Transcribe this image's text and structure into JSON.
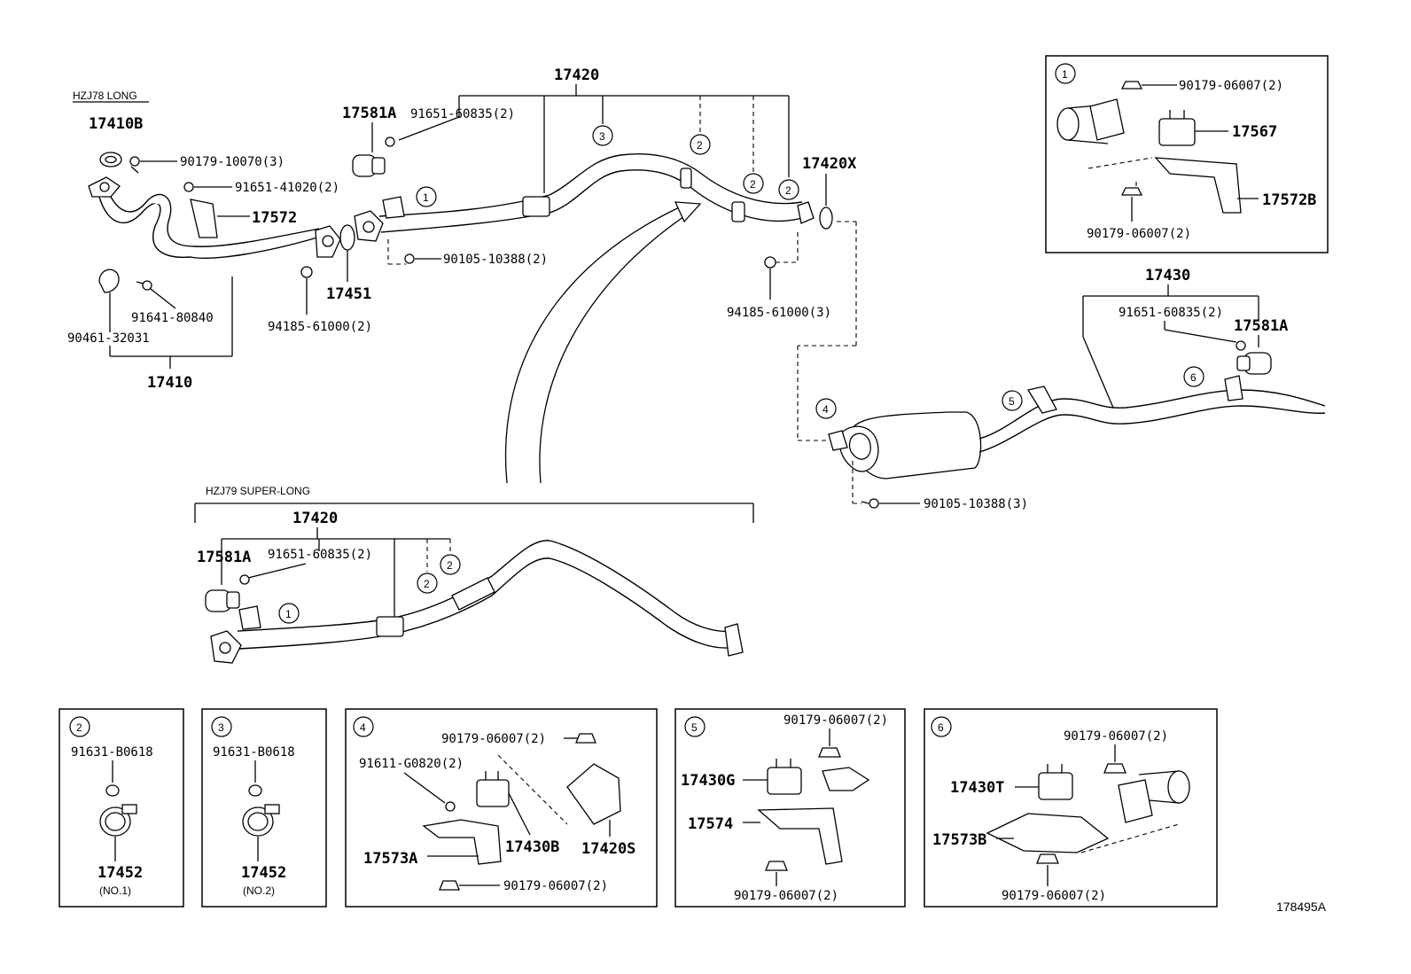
{
  "variants": {
    "long": "HZJ78 LONG",
    "superlong": "HZJ79 SUPER-LONG"
  },
  "callouts": [
    "1",
    "2",
    "3",
    "4",
    "5",
    "6"
  ],
  "labels": {
    "p17410B": "17410B",
    "p90179_10070": "90179-10070(3)",
    "p91651_41020": "91651-41020(2)",
    "p17572": "17572",
    "p91641_80840": "91641-80840",
    "p90461_32031": "90461-32031",
    "p17410": "17410",
    "p17451": "17451",
    "p94185_61000_2": "94185-61000(2)",
    "p17420_top": "17420",
    "p17581A_top": "17581A",
    "p91651_60835_top": "91651-60835(2)",
    "p90105_10388_2": "90105-10388(2)",
    "p17420X": "17420X",
    "p94185_61000_3": "94185-61000(3)",
    "p17430": "17430",
    "p91651_60835_right": "91651-60835(2)",
    "p17581A_right": "17581A",
    "p90105_10388_3": "90105-10388(3)",
    "p17420_mid": "17420",
    "p17581A_mid": "17581A",
    "p91651_60835_mid": "91651-60835(2)",
    "box1_nut_top": "90179-06007(2)",
    "box1_17567": "17567",
    "box1_17572B": "17572B",
    "box1_nut_bottom": "90179-06007(2)",
    "box2_bolt": "91631-B0618",
    "box2_17452": "17452",
    "box2_note": "(NO.1)",
    "box3_bolt": "91631-B0618",
    "box3_17452": "17452",
    "box3_note": "(NO.2)",
    "box4_nut_top": "90179-06007(2)",
    "box4_91611": "91611-G0820(2)",
    "box4_17430B": "17430B",
    "box4_17420S": "17420S",
    "box4_17573A": "17573A",
    "box4_nut_bottom": "90179-06007(2)",
    "box5_nut_top": "90179-06007(2)",
    "box5_17430G": "17430G",
    "box5_17574": "17574",
    "box5_nut_bottom": "90179-06007(2)",
    "box6_nut_top": "90179-06007(2)",
    "box6_17430T": "17430T",
    "box6_17573B": "17573B",
    "box6_nut_bottom": "90179-06007(2)",
    "figure_id": "178495A"
  }
}
